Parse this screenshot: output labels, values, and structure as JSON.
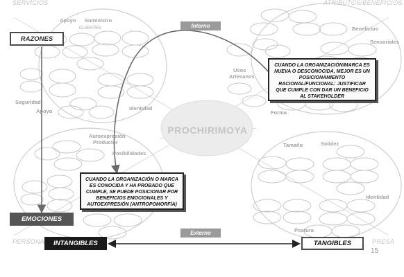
{
  "header": {
    "left": "SERVICIOS",
    "right": "ATRIBUTOS/BENEFICIOS"
  },
  "footer": {
    "left": "PERSONA",
    "right": "PRESA",
    "page": "15"
  },
  "center_label": "PROCHIRIMOYA",
  "banners": {
    "top": "Interno",
    "bottom": "Externo"
  },
  "boxes": {
    "razones": "RAZONES",
    "emociones": "EMOCIONES",
    "intangibles": "INTANGIBLES",
    "tangibles": "TANGIBLES"
  },
  "notes": {
    "right": "CUANDO LA ORGANIZACIÓN/MARCA ES NUEVA O DESCONOCIDA, MEJOR ES UN POSICIONAMIENTO RACIONAL/FUNCIONAL: JUSTIFICAR QUE CUMPLE CON DAR UN BENEFICIO AL STAKEHOLDER",
    "left": "CUANDO LA ORGANIZACIÓN O MARCA ES CONOCIDA Y HA PROBADO QUE CUMPLE, SE PUEDE POSICIONAR POR BENEFICIOS EMOCIONALES Y AUTOEXPRESIÓN (ANTROPOMORFÍA)"
  },
  "group_labels": {
    "apoyo_top": "Apoyo",
    "suministro": "Suministro",
    "clientes": "CLIENTES",
    "seguridad": "Seguridad",
    "apoyo_mid": "Apoyo",
    "identidad_left": "Identidad",
    "beneficios": "Beneficios",
    "sensoriales": "Sensoriales",
    "usos": "Usos",
    "artesanos": "Artesanos",
    "forma": "Forma",
    "autoexpresion": "Autoexpresión",
    "productor": "Productor",
    "posibilidades": "Posibilidades",
    "tamano": "Tamaño",
    "solidez": "Solidez",
    "identidad_right": "Identidad",
    "postura": "Postura"
  }
}
